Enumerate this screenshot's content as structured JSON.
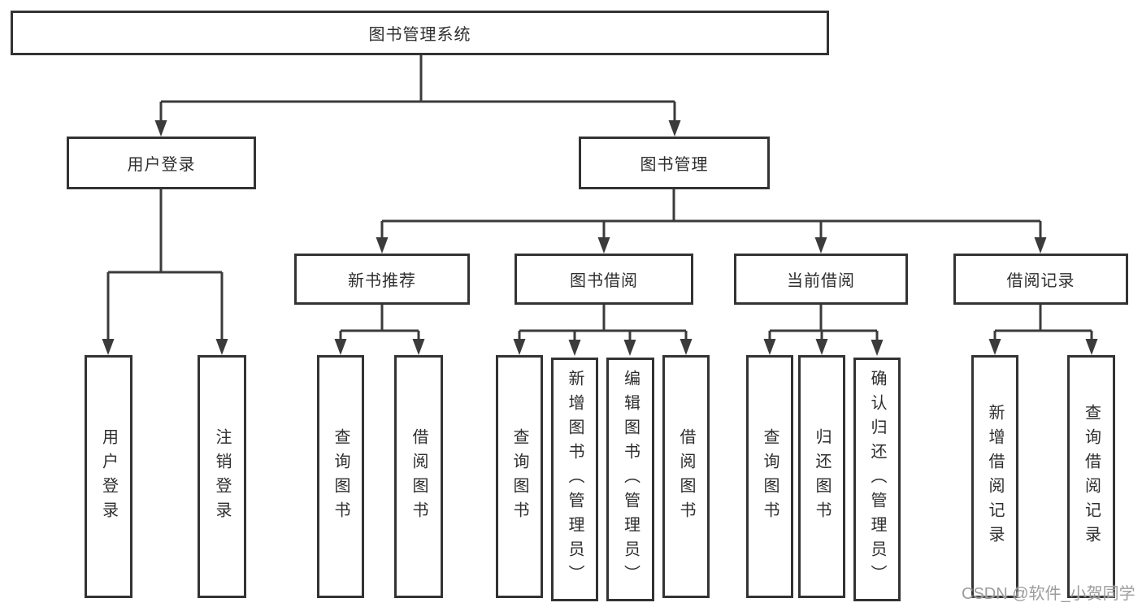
{
  "diagram": {
    "root": {
      "label": "图书管理系统",
      "children": [
        {
          "label": "用户登录",
          "children": [
            {
              "label": "用户登录"
            },
            {
              "label": "注销登录"
            }
          ]
        },
        {
          "label": "图书管理",
          "children": [
            {
              "label": "新书推荐",
              "children": [
                {
                  "label": "查询图书"
                },
                {
                  "label": "借阅图书"
                }
              ]
            },
            {
              "label": "图书借阅",
              "children": [
                {
                  "label": "查询图书"
                },
                {
                  "label": "新增图书（管理员）"
                },
                {
                  "label": "编辑图书（管理员）"
                },
                {
                  "label": "借阅图书"
                }
              ]
            },
            {
              "label": "当前借阅",
              "children": [
                {
                  "label": "查询图书"
                },
                {
                  "label": "归还图书"
                },
                {
                  "label": "确认归还（管理员）"
                }
              ]
            },
            {
              "label": "借阅记录",
              "children": [
                {
                  "label": "新增借阅记录"
                },
                {
                  "label": "查询借阅记录"
                }
              ]
            }
          ]
        }
      ]
    }
  },
  "watermark": {
    "text": "CSDN @软件_小贺同学"
  },
  "colors": {
    "line": "#3b3b3b",
    "box-border": "#333333",
    "text": "#2e2e2e",
    "watermark": "#9c9c9c",
    "background": "#ffffff"
  }
}
